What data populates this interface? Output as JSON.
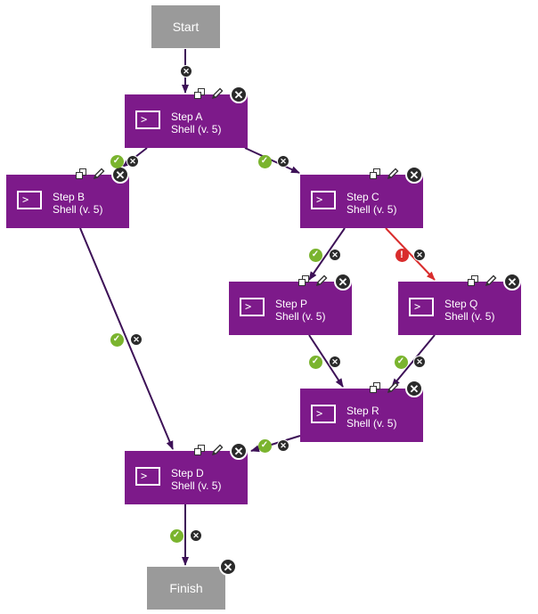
{
  "start": {
    "label": "Start"
  },
  "finish": {
    "label": "Finish"
  },
  "steps": [
    {
      "id": "a",
      "name": "Step A",
      "type": "Shell (v. 5)"
    },
    {
      "id": "b",
      "name": "Step B",
      "type": "Shell (v. 5)"
    },
    {
      "id": "c",
      "name": "Step C",
      "type": "Shell (v. 5)"
    },
    {
      "id": "p",
      "name": "Step P",
      "type": "Shell (v. 5)"
    },
    {
      "id": "q",
      "name": "Step Q",
      "type": "Shell (v. 5)"
    },
    {
      "id": "r",
      "name": "Step R",
      "type": "Shell (v. 5)"
    },
    {
      "id": "d",
      "name": "Step D",
      "type": "Shell (v. 5)"
    }
  ],
  "icons": {
    "step": "terminal-icon",
    "copy": "copy-icon",
    "edit": "pencil-icon",
    "remove": "close-icon",
    "success": "check-icon",
    "failure": "exclamation-icon"
  },
  "glyphs": {
    "prompt": ">",
    "check": "✓",
    "close": "✕",
    "error": "!"
  },
  "colors": {
    "step_fill": "#7d1a8a",
    "terminal_fill": "#9a9a9a",
    "edge_success": "#3d1157",
    "edge_failure": "#d92d2d",
    "badge_success": "#7ab42e",
    "badge_failure": "#d92d2d"
  },
  "edges": [
    {
      "from": "start",
      "to": "a",
      "status": "always"
    },
    {
      "from": "a",
      "to": "b",
      "status": "success"
    },
    {
      "from": "a",
      "to": "c",
      "status": "success"
    },
    {
      "from": "b",
      "to": "d",
      "status": "success"
    },
    {
      "from": "c",
      "to": "p",
      "status": "success"
    },
    {
      "from": "c",
      "to": "q",
      "status": "failure"
    },
    {
      "from": "p",
      "to": "r",
      "status": "success"
    },
    {
      "from": "q",
      "to": "r",
      "status": "success"
    },
    {
      "from": "r",
      "to": "d",
      "status": "success"
    },
    {
      "from": "d",
      "to": "finish",
      "status": "success"
    }
  ]
}
